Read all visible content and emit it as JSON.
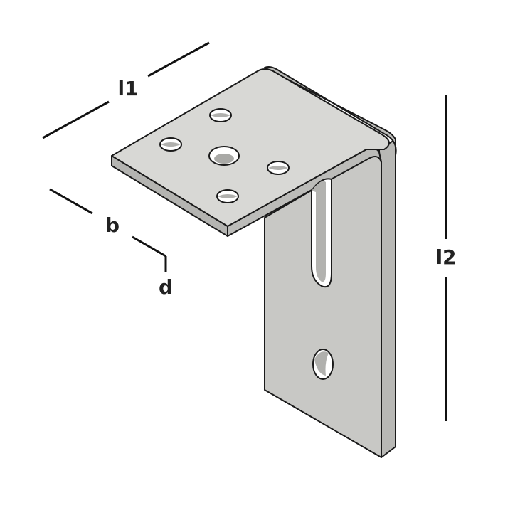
{
  "labels": {
    "l1": "l1",
    "l2": "l2",
    "b": "b",
    "d": "d"
  },
  "colors": {
    "metal_top": "#d9d9d6",
    "metal_side": "#c4c4c1",
    "metal_edge": "#b3b3b0",
    "metal_shadow": "#a8a8a5",
    "outline": "#1a1a1a",
    "dimension_line": "#111111",
    "background": "#ffffff"
  },
  "object": "angle-bracket",
  "hole_count_horizontal_flange": 5,
  "vertical_flange_features": [
    "slot",
    "round-hole"
  ]
}
